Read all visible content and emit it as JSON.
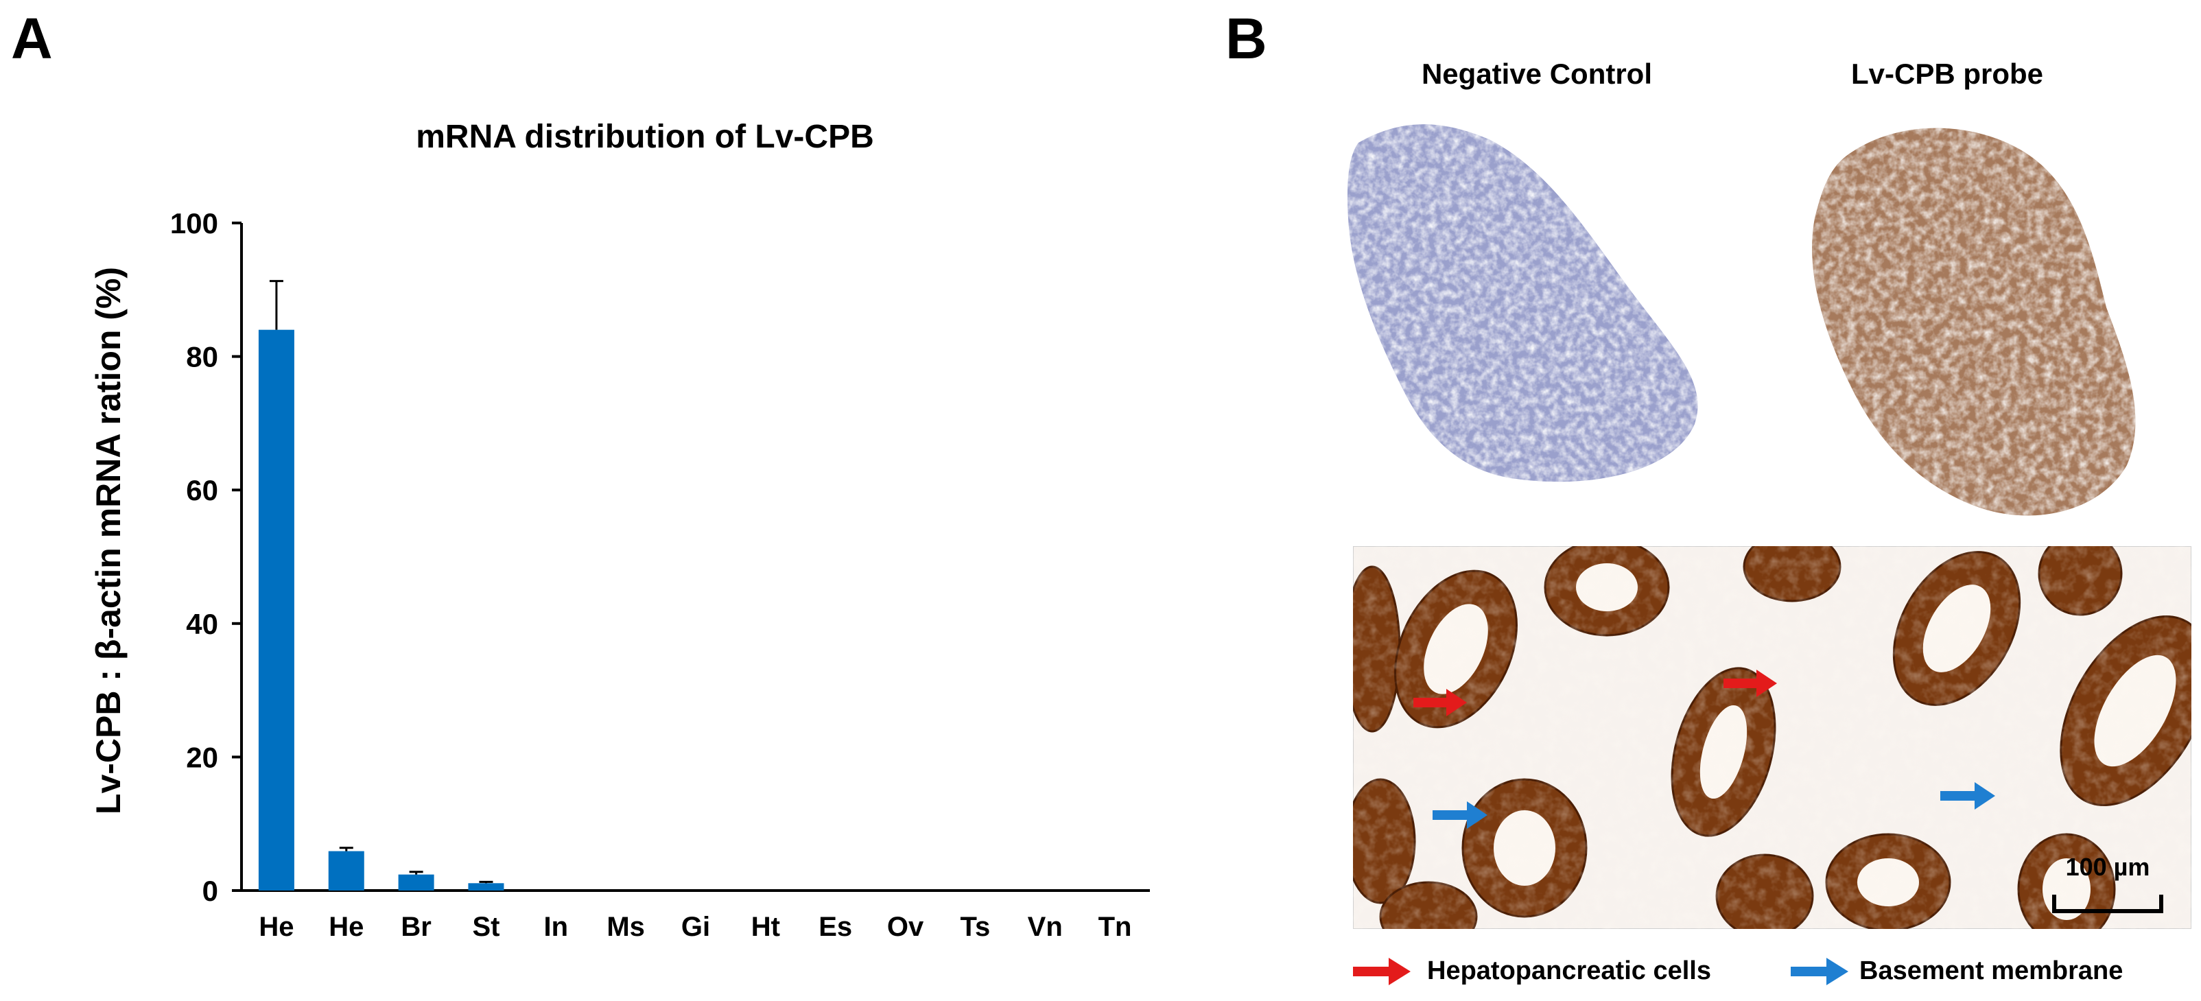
{
  "panels": {
    "a": "A",
    "b": "B"
  },
  "chart_data": {
    "type": "bar",
    "title": "mRNA distribution of Lv-CPB",
    "xlabel": "",
    "ylabel": "Lv-CPB : β-actin mRNA ration (%)",
    "ylim": [
      0,
      100
    ],
    "yticks": [
      0,
      20,
      40,
      60,
      80,
      100
    ],
    "categories": [
      "He",
      "He",
      "Br",
      "St",
      "In",
      "Ms",
      "Gi",
      "Ht",
      "Es",
      "Ov",
      "Ts",
      "Vn",
      "Tn"
    ],
    "values": [
      84,
      5.9,
      2.4,
      1.1,
      0,
      0,
      0,
      0,
      0,
      0,
      0,
      0,
      0
    ],
    "errors": [
      7.3,
      0.5,
      0.4,
      0.2,
      0,
      0,
      0,
      0,
      0,
      0,
      0,
      0,
      0
    ],
    "bar_color": "#0070C0",
    "grid": false
  },
  "images": {
    "negative_label": "Negative Control",
    "probe_label": "Lv-CPB probe",
    "scale_bar": "100 µm",
    "negative_stain": "#9aa0cc",
    "probe_stain": "#a67a5c"
  },
  "legend": {
    "red_label": "Hepatopancreatic cells",
    "red_color": "#e31b1b",
    "blue_label": "Basement membrane",
    "blue_color": "#1f7fd1"
  }
}
